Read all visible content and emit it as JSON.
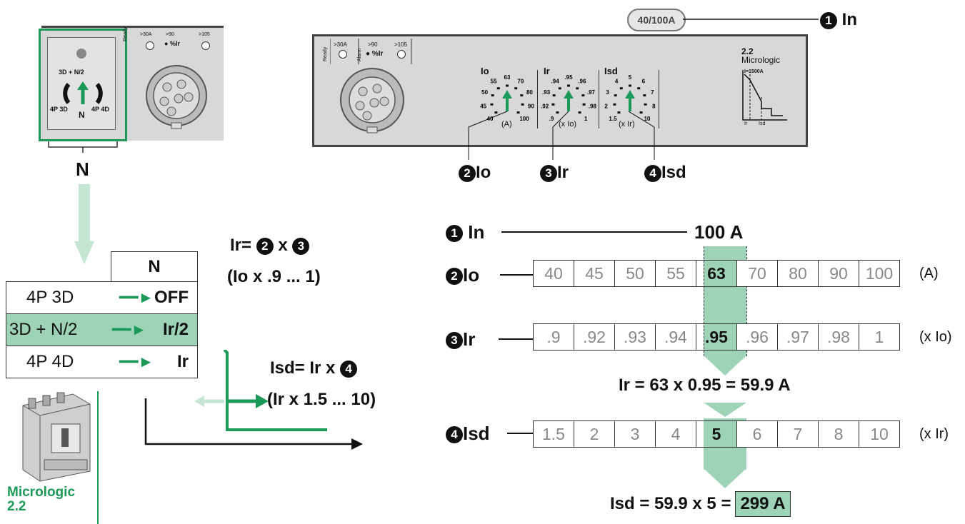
{
  "colors": {
    "accent_green": "#1a9a56",
    "light_green": "#9fd3b7",
    "panel_grey": "#d8d8d8"
  },
  "device": {
    "rating_badge": "40/100A",
    "in_label": "In",
    "led_ready": "Ready",
    "led_30a": ">30A",
    "led_alarm": "Alarm",
    "led_90": ">90",
    "led_105": ">105",
    "led_pct_ir": "%Ir",
    "brand_line1": "2.2",
    "brand_line2": "Micrologic",
    "curve_label": "I=1500A",
    "curve_x1": "Ir",
    "curve_x2": "Isd",
    "dial_io": {
      "title": "Io",
      "unit": "(A)",
      "ticks": [
        "40",
        "45",
        "50",
        "55",
        "63",
        "70",
        "80",
        "90",
        "100"
      ]
    },
    "dial_ir": {
      "title": "Ir",
      "unit": "(x Io)",
      "ticks": [
        ".9",
        ".92",
        ".93",
        ".94",
        ".95",
        ".96",
        ".97",
        ".98",
        "1"
      ]
    },
    "dial_isd": {
      "title": "Isd",
      "unit": "(x Ir)",
      "ticks": [
        "1.5",
        "2",
        "3",
        "4",
        "5",
        "6",
        "7",
        "8",
        "10"
      ]
    },
    "callout_io": "Io",
    "callout_ir": "Ir",
    "callout_isd": "Isd",
    "num1": "1",
    "num2": "2",
    "num3": "3",
    "num4": "4"
  },
  "neutral_selector": {
    "label_top": "3D + N/2",
    "label_left": "4P 3D",
    "label_n": "N",
    "label_right": "4P 4D",
    "bracket_label": "N"
  },
  "neutral_table": {
    "header": "N",
    "rows": [
      {
        "mode": "4P 3D",
        "value": "OFF"
      },
      {
        "mode": "3D + N/2",
        "value": "Ir/2"
      },
      {
        "mode": "4P 4D",
        "value": "Ir"
      }
    ]
  },
  "formulas": {
    "ir_line1_a": "Ir=",
    "ir_line1_x": "x",
    "ir_line2": "(Io x .9 ... 1)",
    "isd_line1_a": "Isd= Ir x",
    "isd_line2": "(Ir x 1.5 ... 10)"
  },
  "breaker_label": "Micrologic\n2.2",
  "breaker_label_1": "Micrologic",
  "breaker_label_2": "2.2",
  "settings": {
    "in_label": "In",
    "in_value": "100 A",
    "io": {
      "label": "Io",
      "values": [
        "40",
        "45",
        "50",
        "55",
        "63",
        "70",
        "80",
        "90",
        "100"
      ],
      "selected": 4,
      "unit": "(A)"
    },
    "ir": {
      "label": "Ir",
      "values": [
        ".9",
        ".92",
        ".93",
        ".94",
        ".95",
        ".96",
        ".97",
        ".98",
        "1"
      ],
      "selected": 4,
      "unit": "(x Io)"
    },
    "isd": {
      "label": "Isd",
      "values": [
        "1.5",
        "2",
        "3",
        "4",
        "5",
        "6",
        "7",
        "8",
        "10"
      ],
      "selected": 4,
      "unit": "(x Ir)"
    },
    "ir_result": "Ir = 63 x 0.95 = 59.9 A",
    "isd_result_prefix": "Isd = 59.9 x 5 =",
    "isd_result_value": "299 A"
  }
}
